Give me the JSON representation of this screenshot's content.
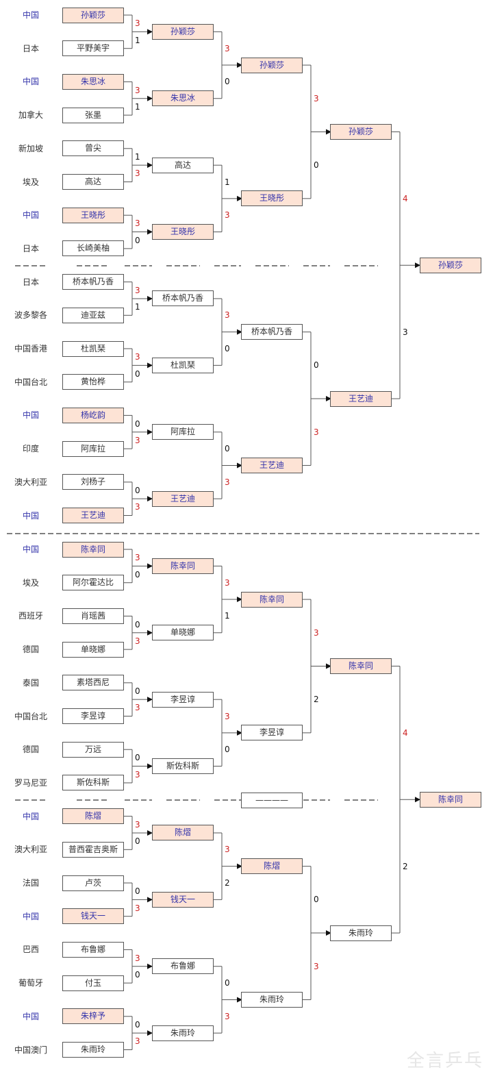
{
  "colors": {
    "china_fill": "#fde3d5",
    "china_text": "#3333aa",
    "win_score": "#cc2222",
    "line": "#555555"
  },
  "rounds": {
    "r1": [
      {
        "a": {
          "country": "中国",
          "name": "孙颖莎",
          "cn": true
        },
        "b": {
          "country": "日本",
          "name": "平野美宇"
        },
        "sa": "3",
        "sb": "1"
      },
      {
        "a": {
          "country": "中国",
          "name": "朱思冰",
          "cn": true
        },
        "b": {
          "country": "加拿大",
          "name": "张墨"
        },
        "sa": "3",
        "sb": "1"
      },
      {
        "a": {
          "country": "新加坡",
          "name": "曾尖"
        },
        "b": {
          "country": "埃及",
          "name": "高达"
        },
        "sa": "1",
        "sb": "3"
      },
      {
        "a": {
          "country": "中国",
          "name": "王晓彤",
          "cn": true
        },
        "b": {
          "country": "日本",
          "name": "长崎美柚"
        },
        "sa": "3",
        "sb": "0"
      },
      {
        "a": {
          "country": "日本",
          "name": "桥本帆乃香"
        },
        "b": {
          "country": "波多黎各",
          "name": "迪亚兹"
        },
        "sa": "3",
        "sb": "1"
      },
      {
        "a": {
          "country": "中国香港",
          "name": "杜凯琹"
        },
        "b": {
          "country": "中国台北",
          "name": "黄怡桦"
        },
        "sa": "3",
        "sb": "0"
      },
      {
        "a": {
          "country": "中国",
          "name": "杨屹韵",
          "cn": true
        },
        "b": {
          "country": "印度",
          "name": "阿库拉"
        },
        "sa": "0",
        "sb": "3"
      },
      {
        "a": {
          "country": "澳大利亚",
          "name": "刘杨子"
        },
        "b": {
          "country": "中国",
          "name": "王艺迪",
          "cn": true
        },
        "sa": "0",
        "sb": "3"
      },
      {
        "a": {
          "country": "中国",
          "name": "陈幸同",
          "cn": true
        },
        "b": {
          "country": "埃及",
          "name": "阿尔霍达比"
        },
        "sa": "3",
        "sb": "0"
      },
      {
        "a": {
          "country": "西班牙",
          "name": "肖瑶茜"
        },
        "b": {
          "country": "德国",
          "name": "单晓娜"
        },
        "sa": "0",
        "sb": "3"
      },
      {
        "a": {
          "country": "泰国",
          "name": "素塔西尼"
        },
        "b": {
          "country": "中国台北",
          "name": "李昱谆"
        },
        "sa": "0",
        "sb": "3"
      },
      {
        "a": {
          "country": "德国",
          "name": "万远"
        },
        "b": {
          "country": "罗马尼亚",
          "name": "斯佐科斯"
        },
        "sa": "0",
        "sb": "3"
      },
      {
        "a": {
          "country": "中国",
          "name": "陈熠",
          "cn": true
        },
        "b": {
          "country": "澳大利亚",
          "name": "普西霍吉奥斯"
        },
        "sa": "3",
        "sb": "0"
      },
      {
        "a": {
          "country": "法国",
          "name": "卢茨"
        },
        "b": {
          "country": "中国",
          "name": "钱天一",
          "cn": true
        },
        "sa": "0",
        "sb": "3"
      },
      {
        "a": {
          "country": "巴西",
          "name": "布鲁娜"
        },
        "b": {
          "country": "葡萄牙",
          "name": "付玉"
        },
        "sa": "3",
        "sb": "0"
      },
      {
        "a": {
          "country": "中国",
          "name": "朱梓予",
          "cn": true
        },
        "b": {
          "country": "中国澳门",
          "name": "朱雨玲"
        },
        "sa": "0",
        "sb": "3"
      }
    ],
    "r2": [
      {
        "name": "孙颖莎",
        "cn": true,
        "sa": "3",
        "sb": "0"
      },
      {
        "name": "朱思冰",
        "cn": true
      },
      {
        "name": "高达",
        "sa": "1",
        "sb": "3"
      },
      {
        "name": "王晓彤",
        "cn": true
      },
      {
        "name": "桥本帆乃香",
        "sa": "3",
        "sb": "0"
      },
      {
        "name": "杜凯琹"
      },
      {
        "name": "阿库拉",
        "sa": "0",
        "sb": "3"
      },
      {
        "name": "王艺迪",
        "cn": true
      },
      {
        "name": "陈幸同",
        "cn": true,
        "sa": "3",
        "sb": "1"
      },
      {
        "name": "单晓娜"
      },
      {
        "name": "李昱谆",
        "sa": "3",
        "sb": "0"
      },
      {
        "name": "斯佐科斯"
      },
      {
        "name": "陈熠",
        "cn": true,
        "sa": "3",
        "sb": "2"
      },
      {
        "name": "钱天一",
        "cn": true
      },
      {
        "name": "布鲁娜",
        "sa": "0",
        "sb": "3"
      },
      {
        "name": "朱雨玲"
      }
    ],
    "r3": [
      {
        "name": "孙颖莎",
        "cn": true,
        "sa": "3",
        "sb": "0"
      },
      {
        "name": "王晓彤",
        "cn": true
      },
      {
        "name": "桥本帆乃香",
        "sa": "0",
        "sb": "3"
      },
      {
        "name": "王艺迪",
        "cn": true
      },
      {
        "name": "陈幸同",
        "cn": true,
        "sa": "3",
        "sb": "2"
      },
      {
        "name": "李昱谆"
      },
      {
        "name": "陈熠",
        "cn": true,
        "sa": "0",
        "sb": "3"
      },
      {
        "name": "朱雨玲"
      }
    ],
    "r4": [
      {
        "name": "孙颖莎",
        "cn": true,
        "sa": "4",
        "sb": "3"
      },
      {
        "name": "王艺迪",
        "cn": true
      },
      {
        "name": "陈幸同",
        "cn": true,
        "sa": "4",
        "sb": "2"
      },
      {
        "name": "朱雨玲"
      }
    ],
    "r5": [
      {
        "name": "孙颖莎",
        "cn": true
      },
      {
        "name": "陈幸同",
        "cn": true
      }
    ]
  },
  "placeholder_dash": "————",
  "watermark": "全言乒乓"
}
